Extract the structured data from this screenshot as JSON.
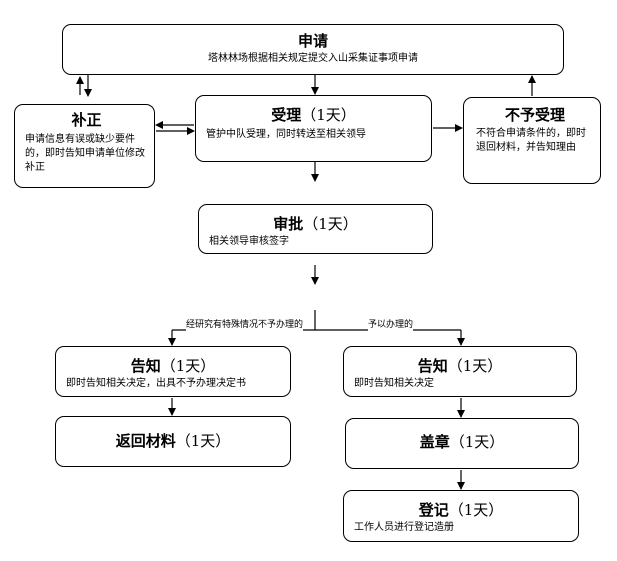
{
  "apply": {
    "title": "申请",
    "desc": "塔林林场根据相关规定提交入山采集证事项申请"
  },
  "supplement": {
    "title": "补正",
    "desc": "申请信息有误或缺少要件的，即时告知申请单位修改补正"
  },
  "accept": {
    "title": "受理",
    "days": "（1天）",
    "desc": "管护中队受理，同时转送至相关领导"
  },
  "reject": {
    "title": "不予受理",
    "desc": "不符合申请条件的，即时退回材料，并告知理由"
  },
  "approve": {
    "title": "审批",
    "days": "（1天）",
    "desc": "相关领导审核签字"
  },
  "branch_labels": {
    "left": "经研究有特殊情况不予办理的",
    "right": "予以办理的"
  },
  "notify_left": {
    "title": "告知",
    "days": "（1天）",
    "desc": "即时告知相关决定，出具不予办理决定书"
  },
  "return_materials": {
    "title": "返回材料",
    "days": "（1天）"
  },
  "notify_right": {
    "title": "告知",
    "days": "（1天）",
    "desc": "即时告知相关决定"
  },
  "seal": {
    "title": "盖章",
    "days": "（1天）"
  },
  "register": {
    "title": "登记",
    "days": "（1天）",
    "desc": "工作人员进行登记造册"
  }
}
